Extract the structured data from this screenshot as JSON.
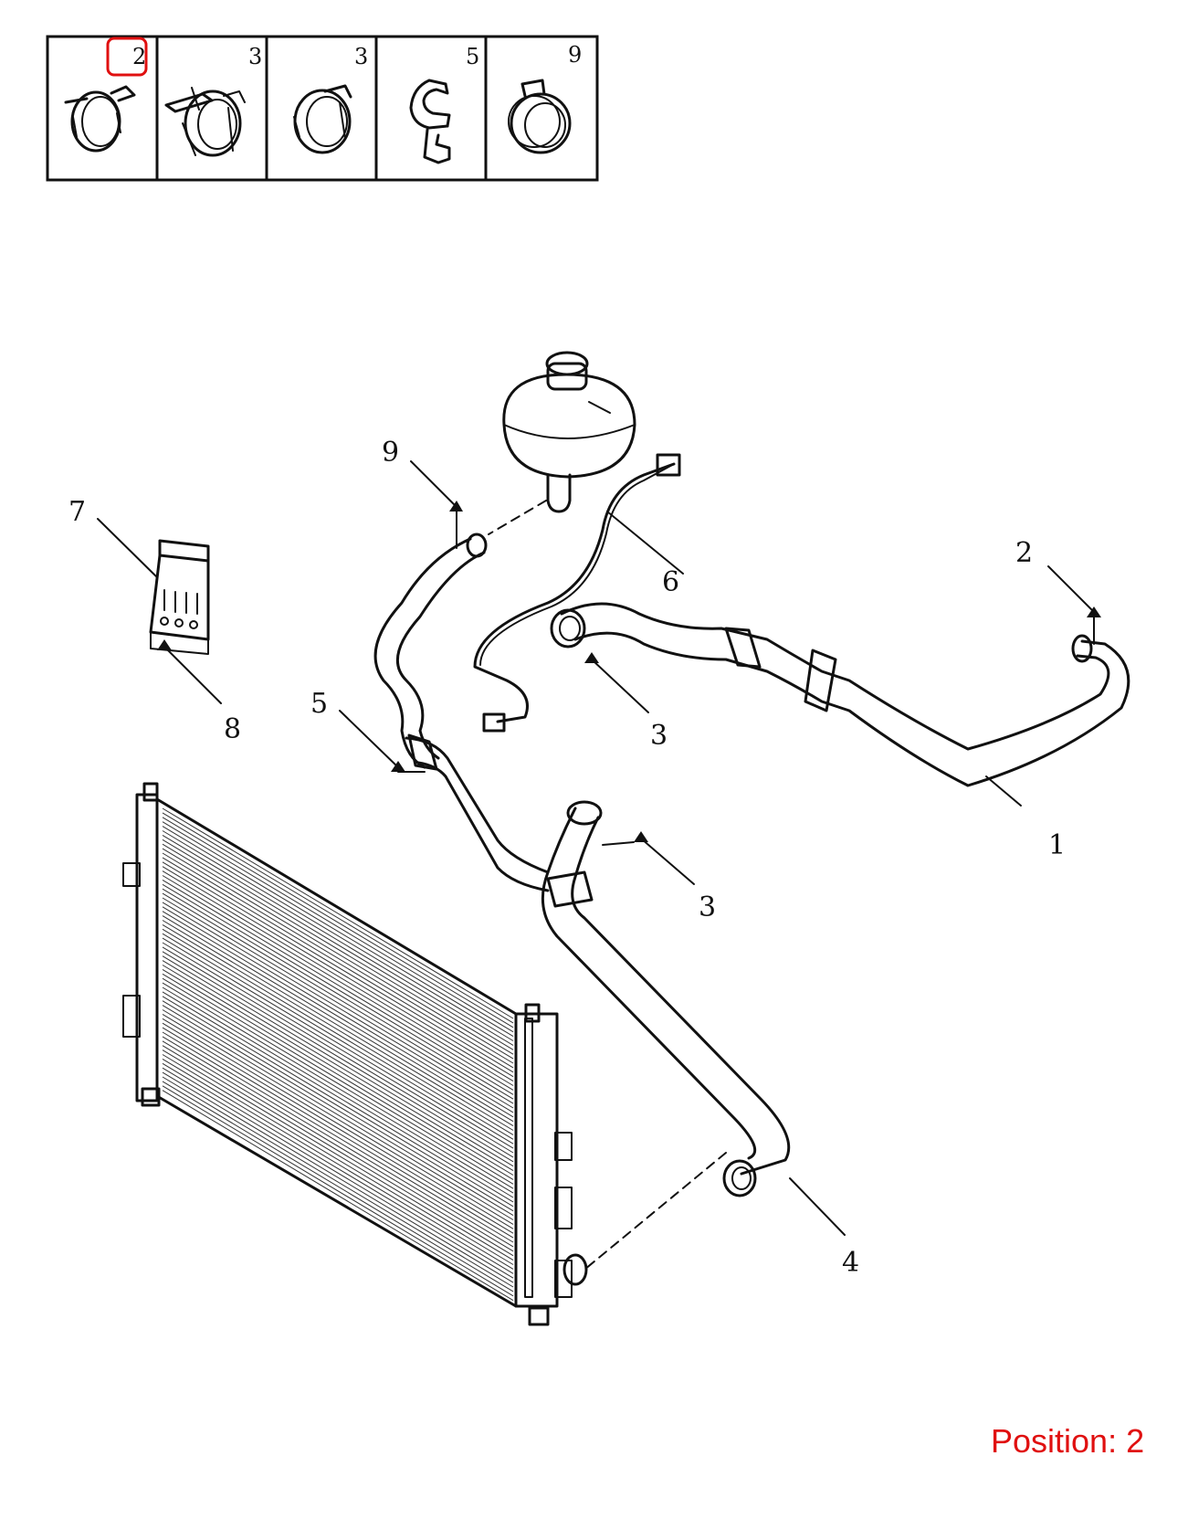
{
  "clip_legend": [
    {
      "number": "2",
      "icon": "spring-band-clamp-icon",
      "selected": true
    },
    {
      "number": "3",
      "icon": "worm-clamp-icon",
      "selected": false
    },
    {
      "number": "3",
      "icon": "band-clamp-icon",
      "selected": false
    },
    {
      "number": "5",
      "icon": "c-clip-icon",
      "selected": false
    },
    {
      "number": "9",
      "icon": "spring-clamp-icon",
      "selected": false
    }
  ],
  "callouts": {
    "c1": "1",
    "c2": "2",
    "c3a": "3",
    "c3b": "3",
    "c4": "4",
    "c5": "5",
    "c6": "6",
    "c7": "7",
    "c8": "8",
    "c9": "9"
  },
  "position_label": "Position: 2",
  "colors": {
    "highlight": "#e01010",
    "line": "#111111"
  }
}
